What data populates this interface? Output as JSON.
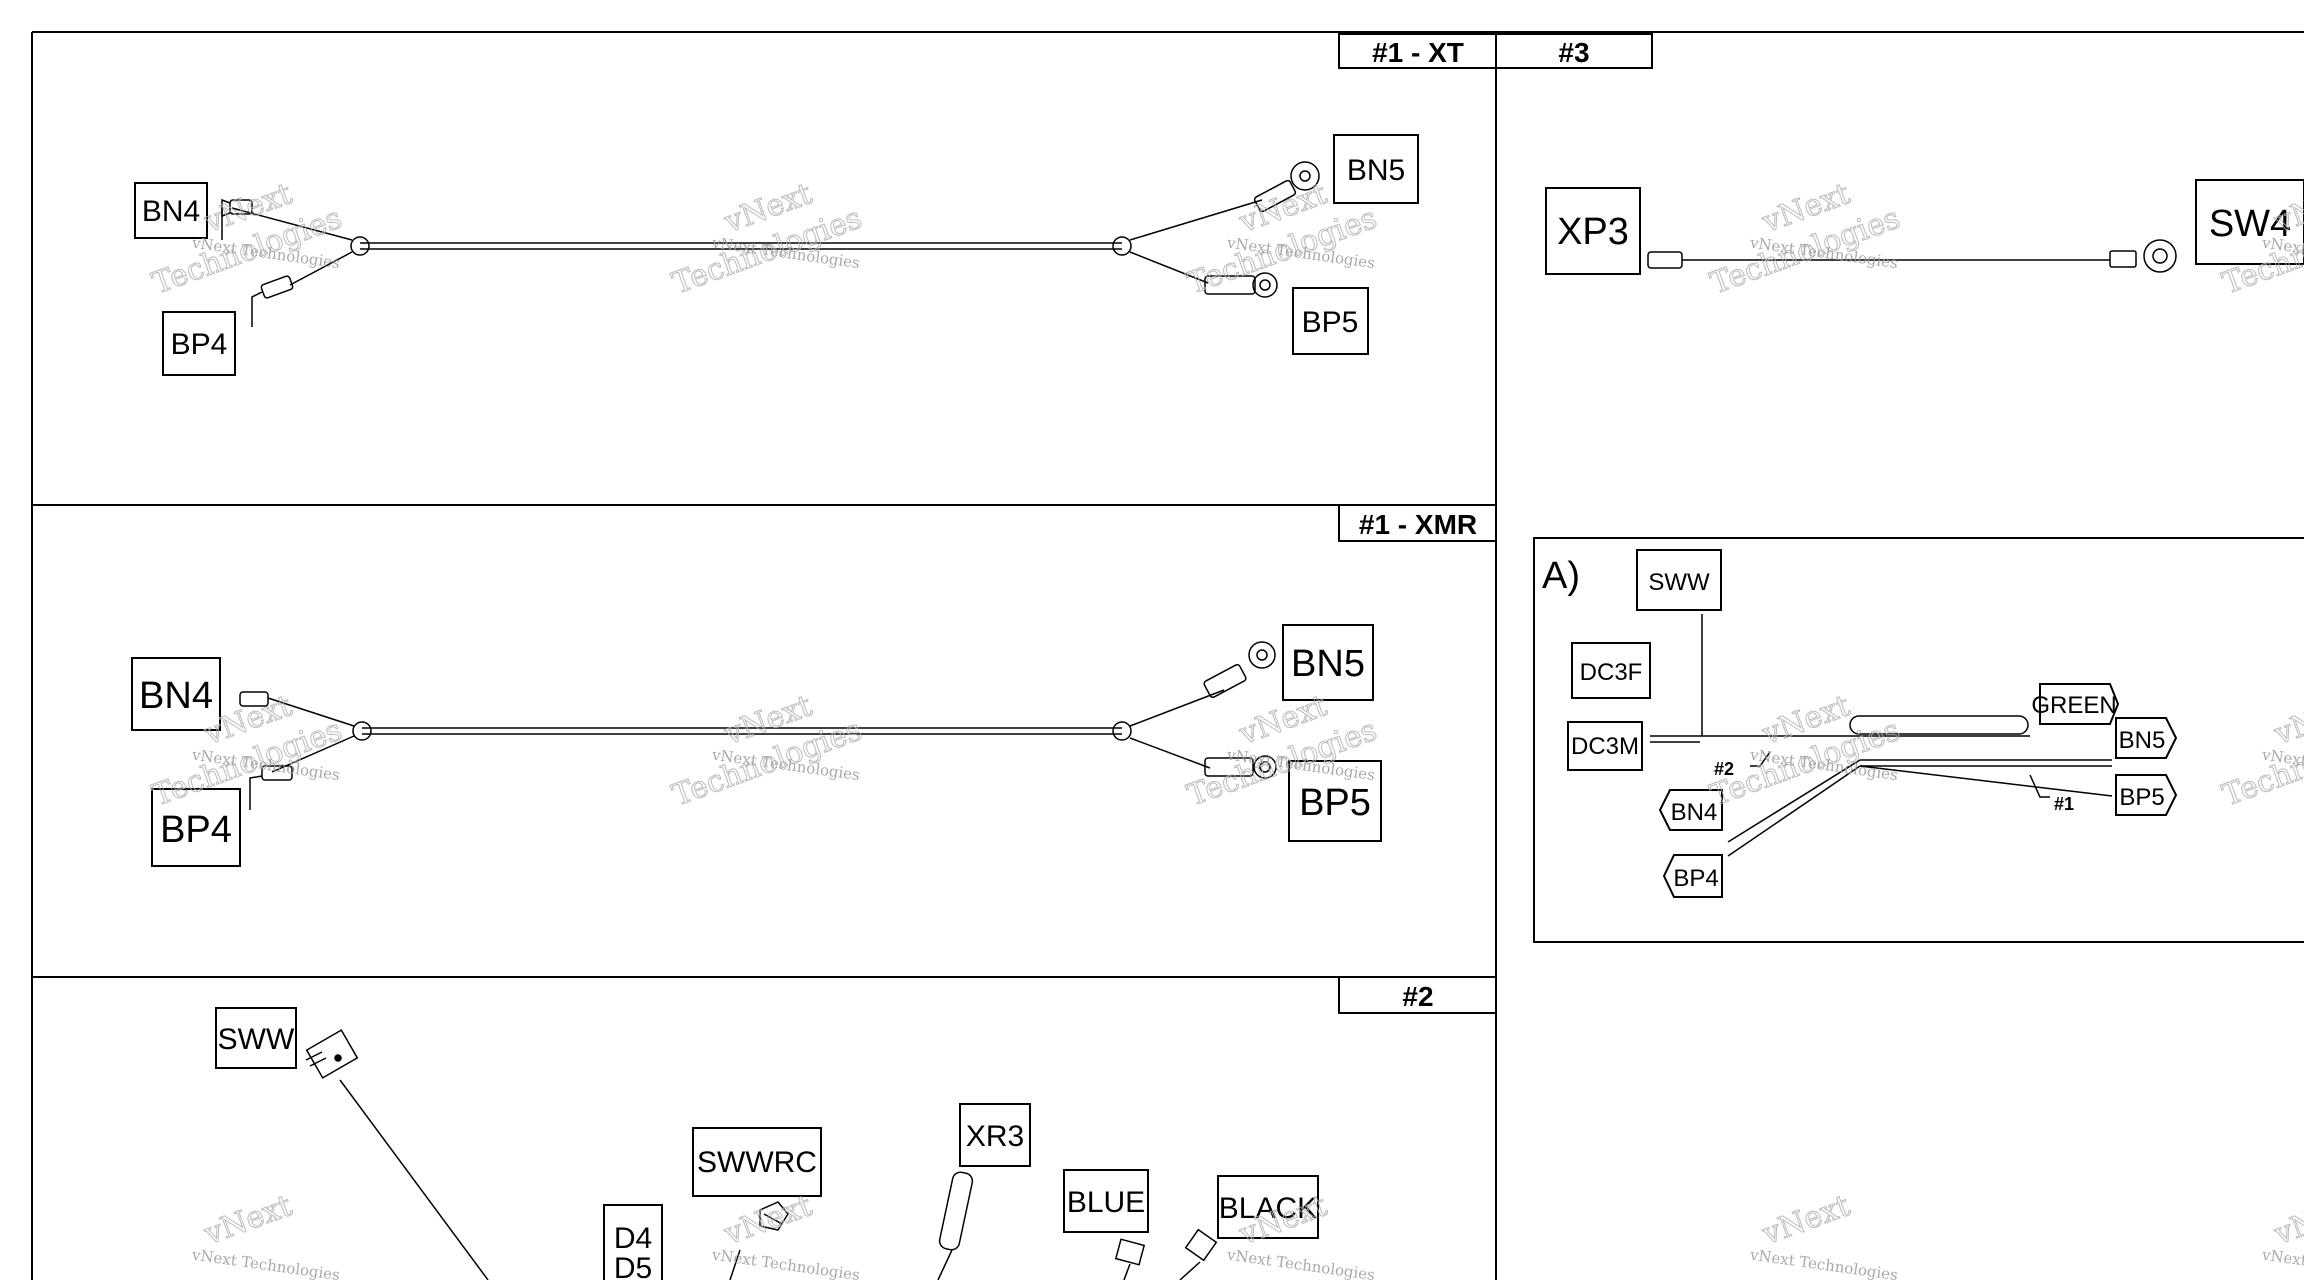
{
  "headers": {
    "panel_xt": "#1 - XT",
    "panel_3": "#3",
    "panel_xmr": "#1 - XMR",
    "panel_2": "#2"
  },
  "panel_xt": {
    "left_top": "BN4",
    "left_bottom": "BP4",
    "right_top": "BN5",
    "right_bottom": "BP5"
  },
  "panel_3": {
    "left": "XP3",
    "right": "SW4"
  },
  "panel_xmr": {
    "left_top": "BN4",
    "left_bottom": "BP4",
    "right_top": "BN5",
    "right_bottom": "BP5"
  },
  "detail_a": {
    "title": "A)",
    "sww": "SWW",
    "dc3f": "DC3F",
    "dc3m": "DC3M",
    "green": "GREEN",
    "bn5": "BN5",
    "bp5": "BP5",
    "bn4": "BN4",
    "bp4": "BP4",
    "ref2": "#2",
    "ref1": "#1"
  },
  "panel_2": {
    "sww": "SWW",
    "swwrc": "SWWRC",
    "xr3": "XR3",
    "d4": "D4",
    "d5": "D5",
    "blue": "BLUE",
    "black": "BLACK"
  },
  "watermark": {
    "line1": "vNext",
    "line2": "Technologies",
    "small": "vNext Technologies"
  }
}
